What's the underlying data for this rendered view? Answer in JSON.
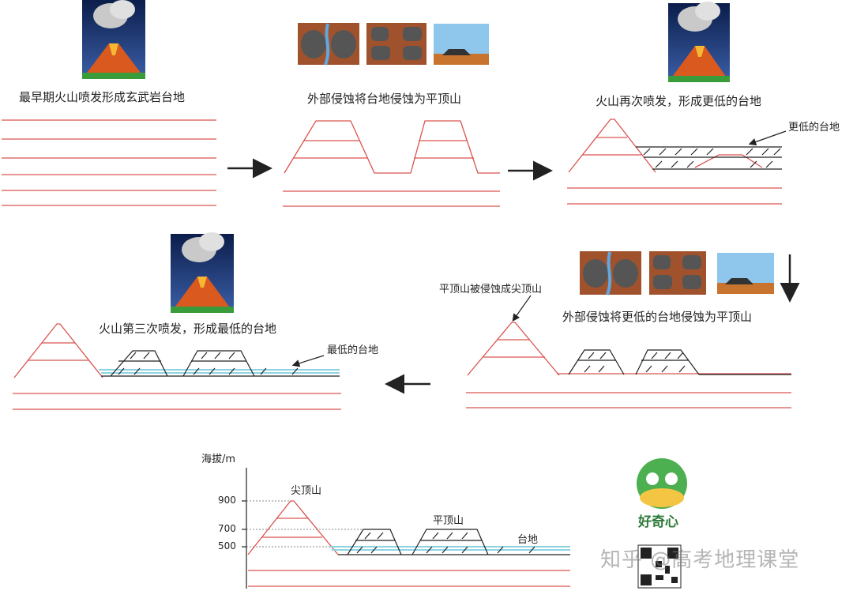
{
  "captions": {
    "step1": "最早期火山喷发形成玄武岩台地",
    "step2": "外部侵蚀将台地侵蚀为平顶山",
    "step3": "火山再次喷发，形成更低的台地",
    "step3_callout": "更低的台地",
    "step4_top": "平顶山被侵蚀成尖顶山",
    "step4": "外部侵蚀将更低的台地侵蚀为平顶山",
    "step5": "火山第三次喷发，形成最低的台地",
    "step5_callout": "最低的台地"
  },
  "elevation_chart": {
    "ylabel": "海拔/m",
    "ticks": [
      "900",
      "700",
      "500"
    ],
    "labels": {
      "peak": "尖顶山",
      "mesa": "平顶山",
      "plateau": "台地"
    }
  },
  "logo": {
    "text": "好奇心"
  },
  "watermark": {
    "text": "知乎 @高考地理课堂"
  },
  "colors": {
    "strata": "#d9534f",
    "ink": "#222222",
    "water": "#8fd3e3",
    "logo_green": "#4caf50",
    "logo_yellow": "#f4c542"
  },
  "icons": [
    "volcano-icon",
    "arrow-right-icon",
    "arrow-left-icon",
    "arrow-down-icon",
    "satellite-photo-icon",
    "qr-code-icon",
    "logo-icon"
  ]
}
